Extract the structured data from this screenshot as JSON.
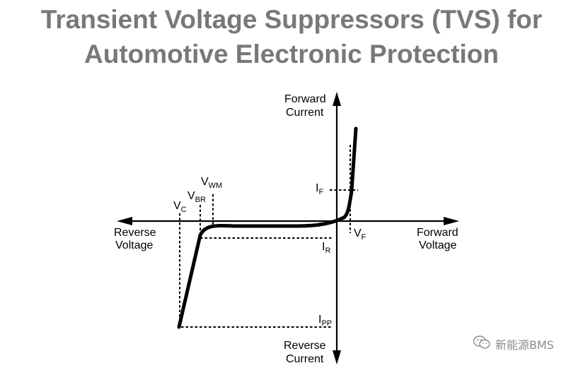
{
  "title": {
    "line1": "Transient Voltage Suppressors (TVS) for",
    "line2": "Automotive Electronic Protection"
  },
  "axes": {
    "forward_current": [
      "Forward",
      "Current"
    ],
    "reverse_current": [
      "Reverse",
      "Current"
    ],
    "reverse_voltage": [
      "Reverse",
      "Voltage"
    ],
    "forward_voltage": [
      "Forward",
      "Voltage"
    ]
  },
  "markers": {
    "vc": {
      "main": "V",
      "sub": "C"
    },
    "vbr": {
      "main": "V",
      "sub": "BR"
    },
    "vwm": {
      "main": "V",
      "sub": "WM"
    },
    "if": {
      "main": "I",
      "sub": "F"
    },
    "vf": {
      "main": "V",
      "sub": "F"
    },
    "ir": {
      "main": "I",
      "sub": "R"
    },
    "ipp": {
      "main": "I",
      "sub": "PP"
    }
  },
  "watermark": {
    "text": "新能源BMS",
    "icon": "wechat-icon"
  },
  "colors": {
    "title": "#77787b",
    "curve": "#000000",
    "watermark": "#8a8a8a"
  }
}
